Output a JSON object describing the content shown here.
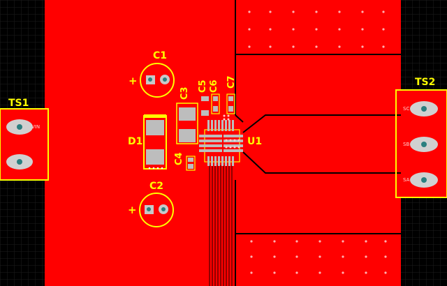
{
  "designators": {
    "c1": "C1",
    "c2": "C2",
    "c3": "C3",
    "c4": "C4",
    "c5": "C5",
    "c6": "C6",
    "c7": "C7",
    "d1": "D1",
    "u1": "U1",
    "ts1": "TS1",
    "ts2": "TS2"
  },
  "polarity": {
    "c1": "+",
    "c2": "+"
  },
  "pin_labels": {
    "vin": "VIN",
    "sc": "SC",
    "sb": "SB",
    "sa": "SA"
  },
  "colors": {
    "background": "#000000",
    "copper": "#ff0000",
    "silkscreen": "#ffff00",
    "pad": "#b8b8b8",
    "drill": "#2a7f7f"
  }
}
